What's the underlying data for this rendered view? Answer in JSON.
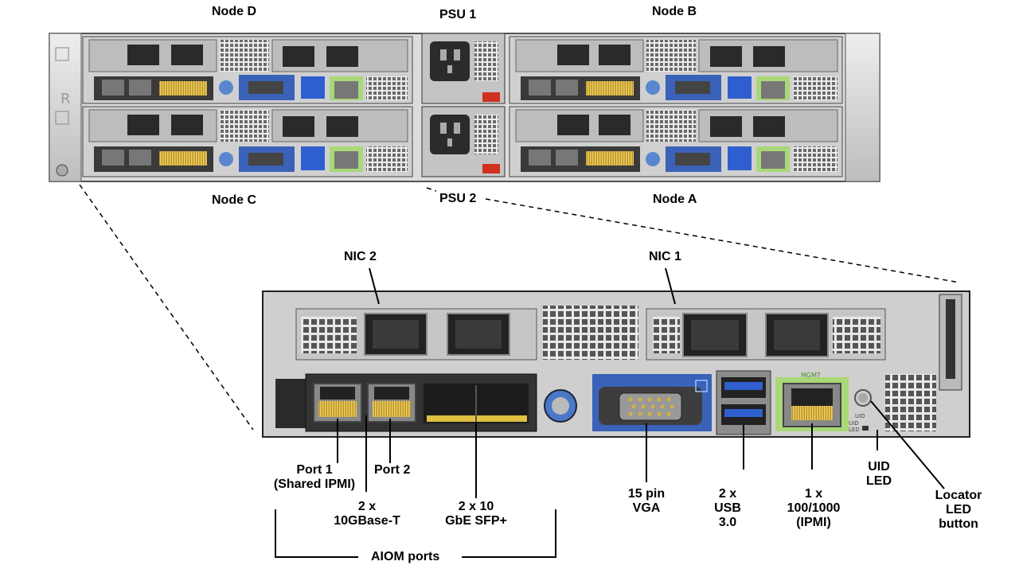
{
  "top_labels": {
    "node_d": "Node D",
    "psu_1": "PSU 1",
    "node_b": "Node B",
    "node_c": "Node C",
    "psu_2": "PSU 2",
    "node_a": "Node A"
  },
  "detail_labels": {
    "nic_2": "NIC 2",
    "nic_1": "NIC 1",
    "port_1": "Port 1",
    "port_1_sub": "(Shared IPMI)",
    "port_2": "Port 2",
    "ten_gbase_t_count": "2 x",
    "ten_gbase_t": "10GBase-T",
    "sfp_count": "2 x 10",
    "sfp": "GbE SFP+",
    "vga_line1": "15 pin",
    "vga_line2": "VGA",
    "usb_line1": "2 x",
    "usb_line2": "USB",
    "usb_line3": "3.0",
    "ipmi_line1": "1 x",
    "ipmi_line2": "100/1000",
    "ipmi_line3": "(IPMI)",
    "uid_line1": "UID",
    "uid_line2": "LED",
    "locator_line1": "Locator",
    "locator_line2": "LED",
    "locator_line3": "button",
    "aiom_ports": "AIOM ports"
  },
  "panel_markings": {
    "mgmt": "MGMT",
    "uid": "UID",
    "uid_led": "UID\nLED",
    "chassis_letter": "R"
  },
  "colors": {
    "vga_blue": "#3a62b8",
    "mgmt_green": "#a8d878",
    "usb_blue": "#2f5fcf",
    "gold_contacts": "#d8b33a",
    "metal": "#c8c8c8",
    "dark": "#1a1a1a"
  }
}
